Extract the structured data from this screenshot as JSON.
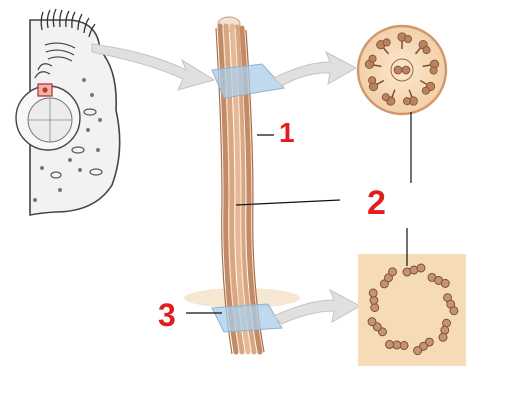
{
  "labels": {
    "one": "1",
    "two": "2",
    "three": "3"
  },
  "colors": {
    "label_red": "#e01e1e",
    "fiber": "#e2b08c",
    "fiber_dark": "#b07a58",
    "section_plane": "#a9cde8",
    "arrow": "#dcdcdc",
    "cross_section_bg": "#f6dcb6",
    "cross_section_bg2": "#fbe8cc"
  }
}
